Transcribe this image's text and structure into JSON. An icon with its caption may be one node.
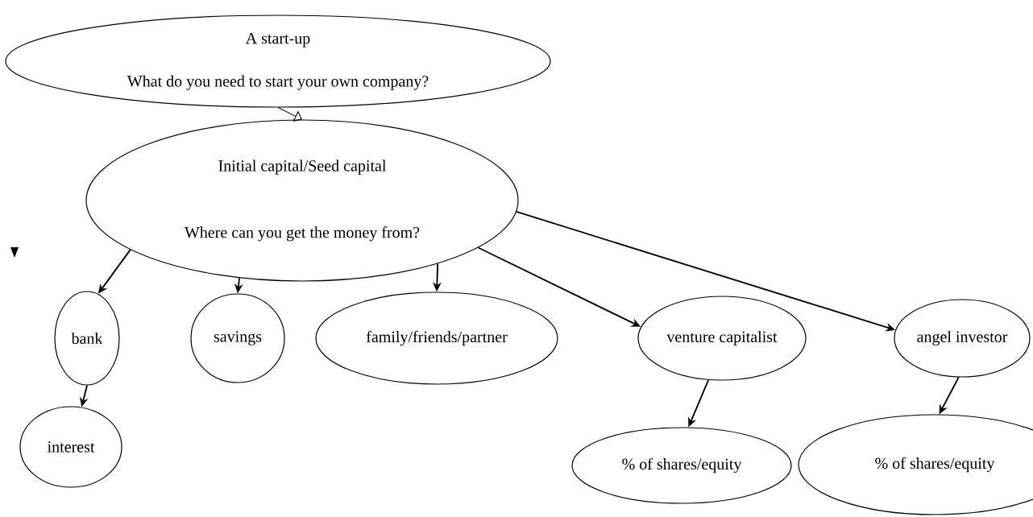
{
  "diagram": {
    "nodes": [
      {
        "text": [
          "A start-up",
          "What do you need to start your own company?"
        ]
      },
      {
        "text": [
          "Initial capital/Seed capital",
          "Where can you get the money from?"
        ]
      },
      {
        "text": [
          "bank"
        ]
      },
      {
        "text": [
          "savings"
        ]
      },
      {
        "text": [
          "family/friends/partner"
        ]
      },
      {
        "text": [
          "venture capitalist"
        ]
      },
      {
        "text": [
          "angel investor"
        ]
      },
      {
        "text": [
          "interest"
        ]
      },
      {
        "text": [
          "% of shares/equity"
        ]
      },
      {
        "text": [
          "% of shares/equity"
        ]
      }
    ],
    "edges": [
      {
        "from": 0,
        "to": 1,
        "arrow": "to"
      },
      {
        "from": 1,
        "to": 2,
        "arrow": "to"
      },
      {
        "from": 1,
        "to": 3,
        "arrow": "to"
      },
      {
        "from": 1,
        "to": 4,
        "arrow": "to"
      },
      {
        "from": 1,
        "to": 5,
        "arrow": "to"
      },
      {
        "from": 1,
        "to": 6,
        "arrow": "to"
      },
      {
        "from": 2,
        "to": 7,
        "arrow": "to"
      },
      {
        "from": 5,
        "to": 8,
        "arrow": "to"
      },
      {
        "from": 6,
        "to": 9,
        "arrow": "to"
      }
    ]
  }
}
